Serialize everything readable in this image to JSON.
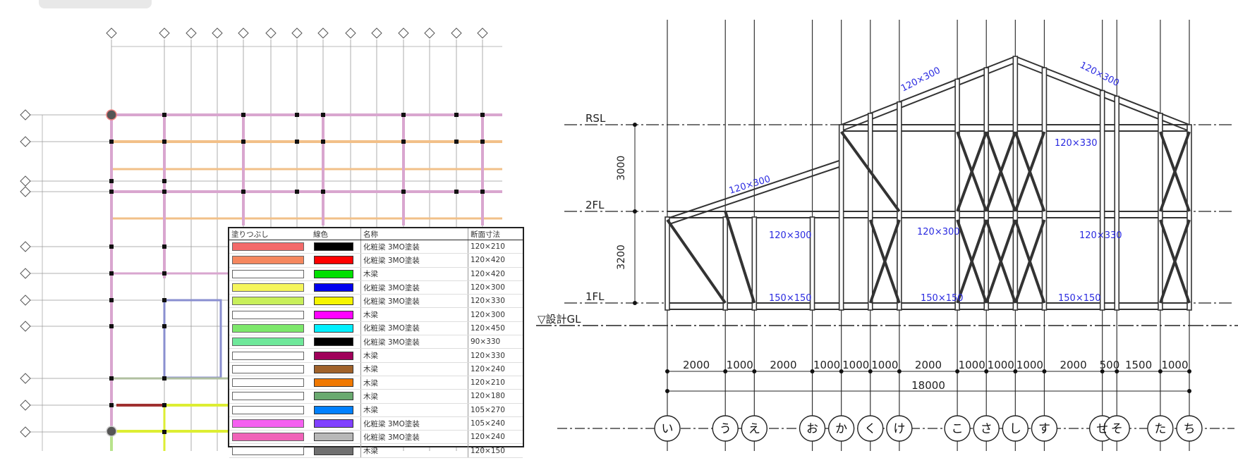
{
  "legend": {
    "headers": [
      "塗りつぶし",
      "線色",
      "名称",
      "断面寸法"
    ],
    "rows": [
      {
        "fill": "#f36a6a",
        "line": "#000000",
        "name": "化粧梁 3MO塗装",
        "size": "120×210"
      },
      {
        "fill": "#f5875e",
        "line": "#ff0000",
        "name": "化粧梁 3MO塗装",
        "size": "120×420"
      },
      {
        "fill": "#ffffff",
        "line": "#00e000",
        "name": "木梁",
        "size": "120×420"
      },
      {
        "fill": "#f5f55a",
        "line": "#0000ee",
        "name": "化粧梁 3MO塗装",
        "size": "120×300"
      },
      {
        "fill": "#c8ef5a",
        "line": "#f5f500",
        "name": "化粧梁 3MO塗装",
        "size": "120×330"
      },
      {
        "fill": "#ffffff",
        "line": "#ff00ff",
        "name": "木梁",
        "size": "120×300"
      },
      {
        "fill": "#7de86b",
        "line": "#00f0ff",
        "name": "化粧梁 3MO塗装",
        "size": "120×450"
      },
      {
        "fill": "#6fe89a",
        "line": "#000000",
        "name": "化粧梁 3MO塗装",
        "size": "90×330"
      },
      {
        "fill": "#ffffff",
        "line": "#a0005a",
        "name": "木梁",
        "size": "120×330"
      },
      {
        "fill": "#ffffff",
        "line": "#a0622a",
        "name": "木梁",
        "size": "120×240"
      },
      {
        "fill": "#ffffff",
        "line": "#f07800",
        "name": "木梁",
        "size": "120×210"
      },
      {
        "fill": "#ffffff",
        "line": "#6aaa70",
        "name": "木梁",
        "size": "120×180"
      },
      {
        "fill": "#ffffff",
        "line": "#0080ff",
        "name": "木梁",
        "size": "105×270"
      },
      {
        "fill": "#f560f0",
        "line": "#8040ff",
        "name": "化粧梁 3MO塗装",
        "size": "105×240"
      },
      {
        "fill": "#f062b8",
        "line": "#b8b8b8",
        "name": "化粧梁 3MO塗装",
        "size": "120×240"
      },
      {
        "fill": "#ffffff",
        "line": "#707070",
        "name": "木梁",
        "size": "120×150"
      }
    ]
  },
  "elevation": {
    "levels": [
      {
        "label": "RSL"
      },
      {
        "label": "2FL"
      },
      {
        "label": "1FL"
      },
      {
        "label": "▽設計GL"
      }
    ],
    "heights": [
      "3000",
      "3200"
    ],
    "beam_labels": {
      "roof_left": "120×300",
      "roof_right": "120×300",
      "slope_low": "120×300",
      "rsl_right": "120×330",
      "f2_a": "120×300",
      "f2_b": "120×300",
      "f2_c": "120×330",
      "f1_a": "150×150",
      "f1_b": "150×150",
      "f1_c": "150×150"
    },
    "spans": [
      "2000",
      "1000",
      "2000",
      "1000",
      "1000",
      "1000",
      "2000",
      "1000",
      "1000",
      "1000",
      "2000",
      "500",
      "1500",
      "1000"
    ],
    "total_span": "18000",
    "axes": [
      "い",
      "う",
      "え",
      "お",
      "か",
      "く",
      "け",
      "こ",
      "さ",
      "し",
      "す",
      "せ",
      "そ",
      "た",
      "ち"
    ]
  },
  "colors": {
    "beam_pink": "#d9a6cf",
    "beam_orange": "#f2c089",
    "beam_green": "#b8e38c",
    "dim_blue": "#2a2ae0",
    "line_dark": "#333333"
  }
}
